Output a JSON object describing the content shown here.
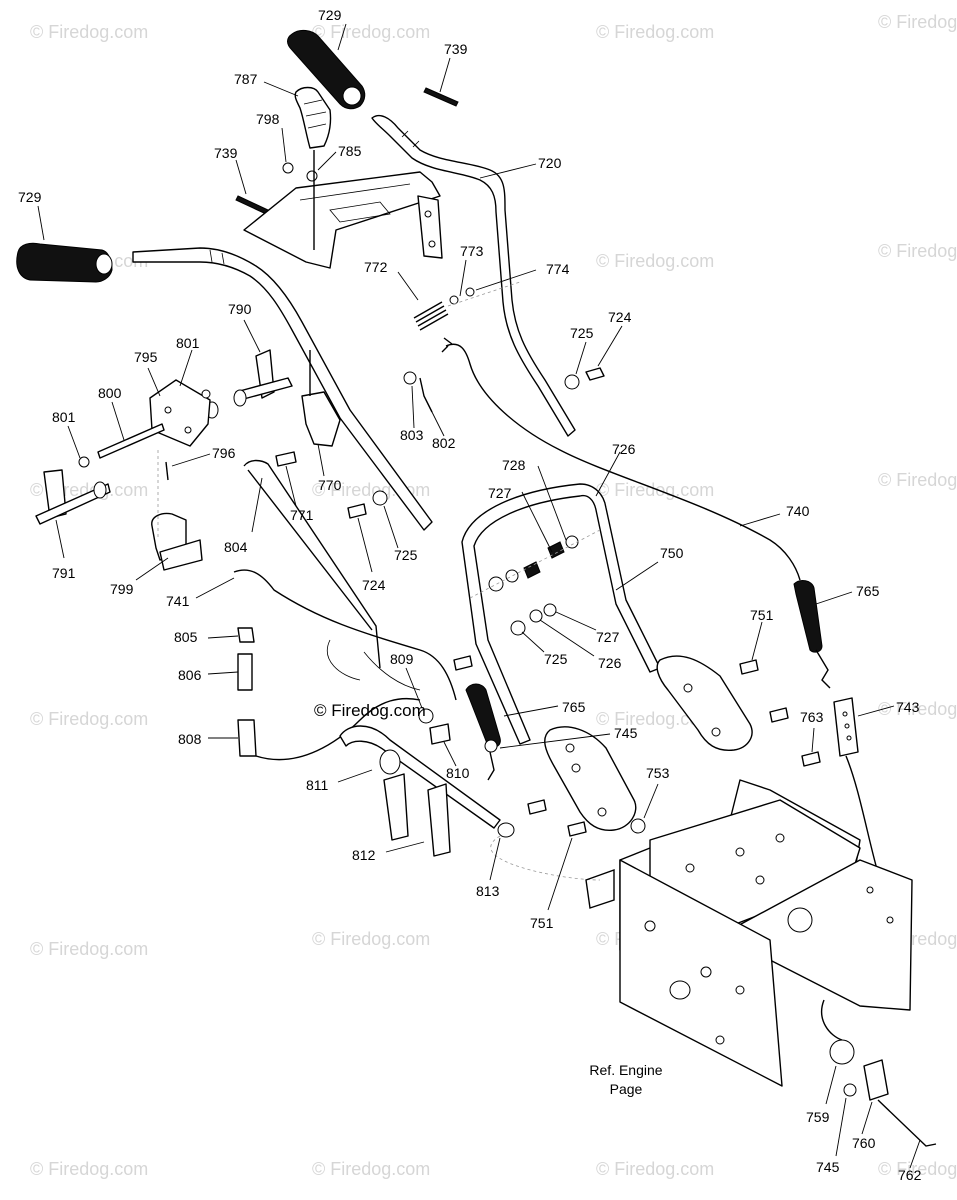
{
  "watermark": {
    "text": "© Firedog.com"
  },
  "copyright_stamp": "© Firedog.com",
  "reference_note": {
    "line1": "Ref. Engine",
    "line2": "Page"
  },
  "callouts": [
    {
      "id": "c729a",
      "label": "729"
    },
    {
      "id": "c739a",
      "label": "739"
    },
    {
      "id": "c787",
      "label": "787"
    },
    {
      "id": "c798",
      "label": "798"
    },
    {
      "id": "c785",
      "label": "785"
    },
    {
      "id": "c739b",
      "label": "739"
    },
    {
      "id": "c720",
      "label": "720"
    },
    {
      "id": "c729b",
      "label": "729"
    },
    {
      "id": "c773",
      "label": "773"
    },
    {
      "id": "c772",
      "label": "772"
    },
    {
      "id": "c774",
      "label": "774"
    },
    {
      "id": "c790",
      "label": "790"
    },
    {
      "id": "c725a",
      "label": "725"
    },
    {
      "id": "c724a",
      "label": "724"
    },
    {
      "id": "c801a",
      "label": "801"
    },
    {
      "id": "c795",
      "label": "795"
    },
    {
      "id": "c800",
      "label": "800"
    },
    {
      "id": "c801b",
      "label": "801"
    },
    {
      "id": "c803",
      "label": "803"
    },
    {
      "id": "c802",
      "label": "802"
    },
    {
      "id": "c726a",
      "label": "726"
    },
    {
      "id": "c796",
      "label": "796"
    },
    {
      "id": "c728",
      "label": "728"
    },
    {
      "id": "c770",
      "label": "770"
    },
    {
      "id": "c727a",
      "label": "727"
    },
    {
      "id": "c771",
      "label": "771"
    },
    {
      "id": "c740",
      "label": "740"
    },
    {
      "id": "c791",
      "label": "791"
    },
    {
      "id": "c804",
      "label": "804"
    },
    {
      "id": "c725b",
      "label": "725"
    },
    {
      "id": "c750",
      "label": "750"
    },
    {
      "id": "c724b",
      "label": "724"
    },
    {
      "id": "c799",
      "label": "799"
    },
    {
      "id": "c741",
      "label": "741"
    },
    {
      "id": "c765a",
      "label": "765"
    },
    {
      "id": "c751a",
      "label": "751"
    },
    {
      "id": "c727b",
      "label": "727"
    },
    {
      "id": "c805",
      "label": "805"
    },
    {
      "id": "c725c",
      "label": "725"
    },
    {
      "id": "c726b",
      "label": "726"
    },
    {
      "id": "c809",
      "label": "809"
    },
    {
      "id": "c806",
      "label": "806"
    },
    {
      "id": "c765b",
      "label": "765"
    },
    {
      "id": "c743",
      "label": "743"
    },
    {
      "id": "c763",
      "label": "763"
    },
    {
      "id": "c745a",
      "label": "745"
    },
    {
      "id": "c808",
      "label": "808"
    },
    {
      "id": "c810",
      "label": "810"
    },
    {
      "id": "c753",
      "label": "753"
    },
    {
      "id": "c811",
      "label": "811"
    },
    {
      "id": "c812",
      "label": "812"
    },
    {
      "id": "c813",
      "label": "813"
    },
    {
      "id": "c751b",
      "label": "751"
    },
    {
      "id": "c759",
      "label": "759"
    },
    {
      "id": "c760",
      "label": "760"
    },
    {
      "id": "c745b",
      "label": "745"
    },
    {
      "id": "c762",
      "label": "762"
    }
  ]
}
